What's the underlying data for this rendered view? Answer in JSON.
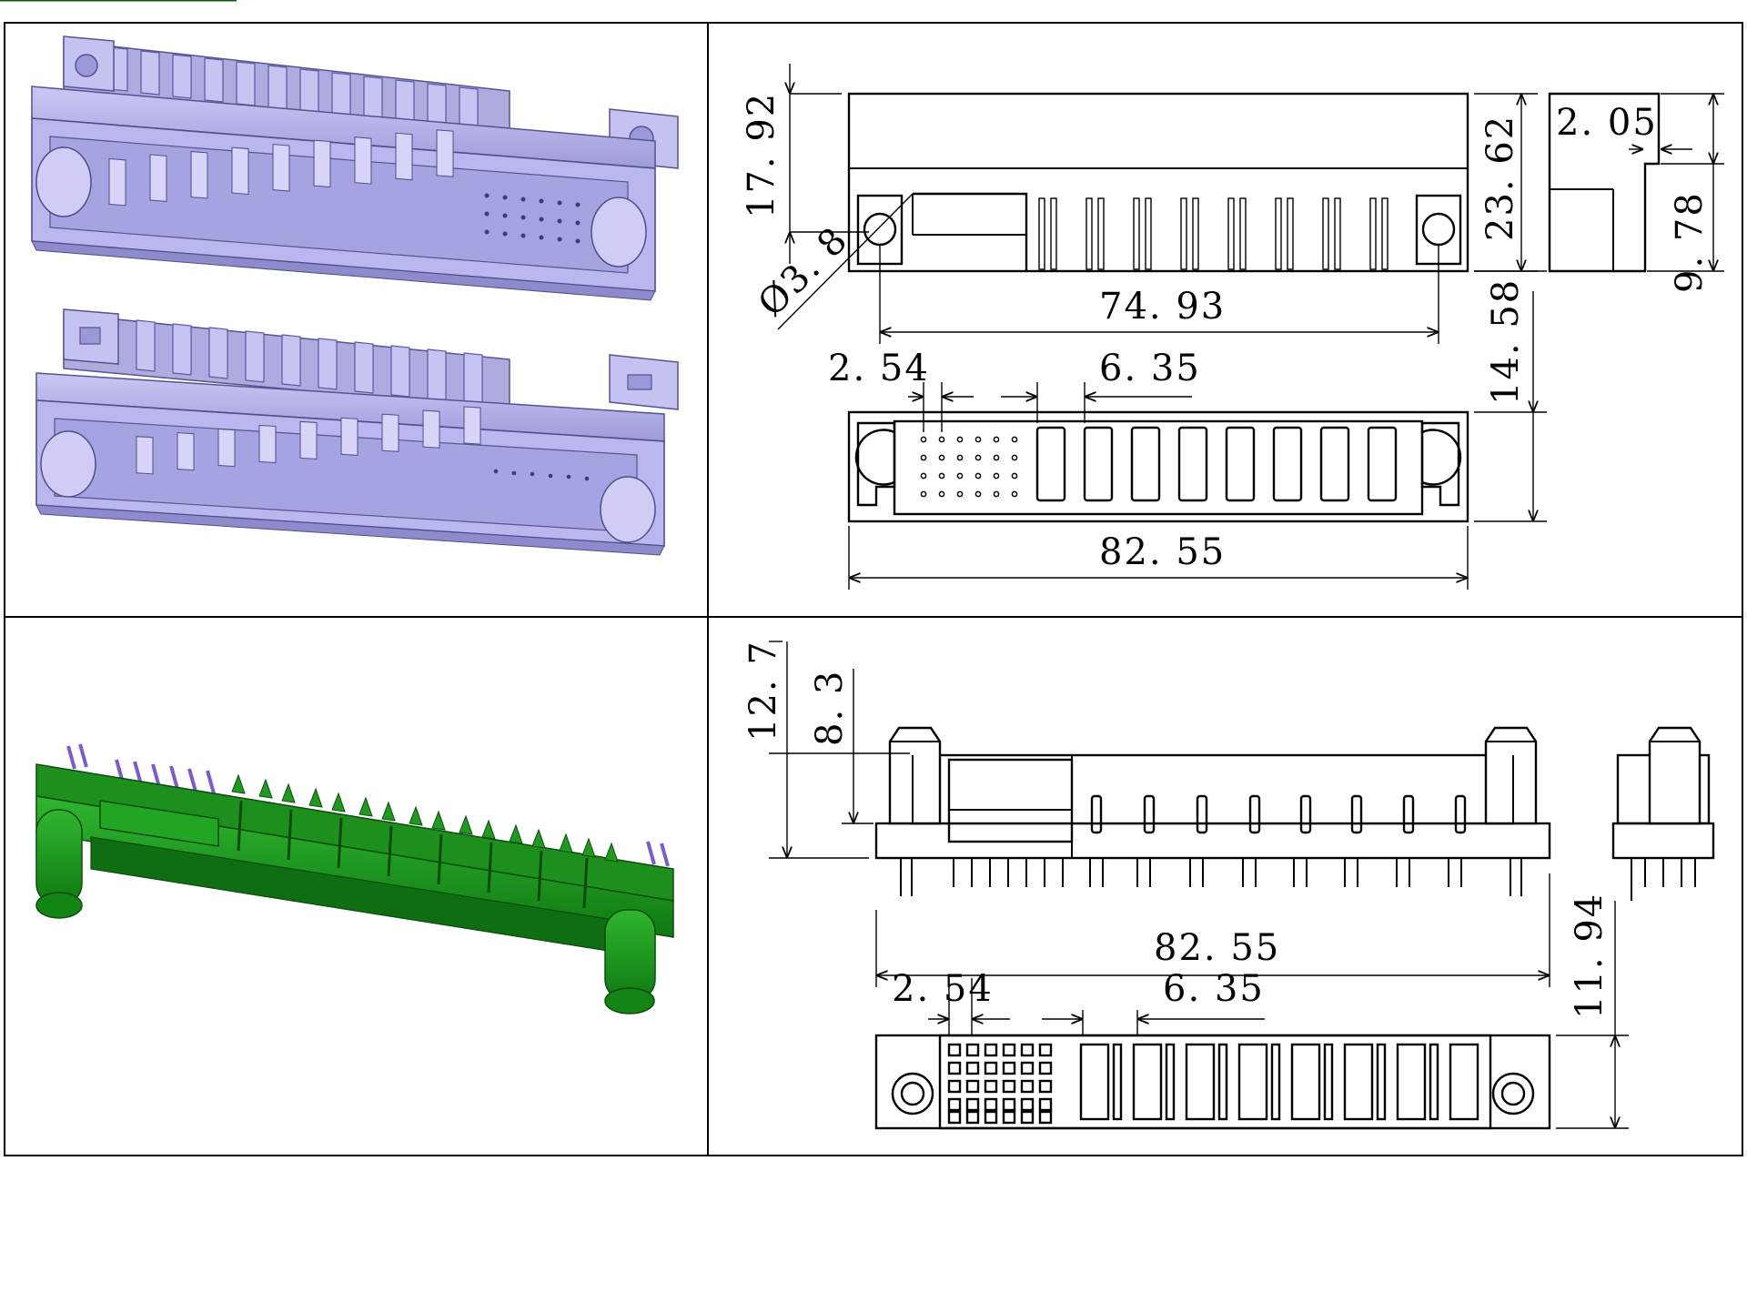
{
  "colors": {
    "grid_line": "#000000",
    "plastic_housing": "#b7b5ec",
    "plastic_shadow": "#8c89c9",
    "pcb_green": "#1f9a1f",
    "pcb_dark": "#0e6a10",
    "pins_purple": "#7b5ad0",
    "drawing_ink": "#000000"
  },
  "views": {
    "top_left": {
      "kind": "3d-render",
      "subject": "female connector housing, two angled views",
      "color": "lavender"
    },
    "top_right": {
      "kind": "orthographic-drawing"
    },
    "bottom_left": {
      "kind": "3d-render",
      "subject": "male connector with pins",
      "color": "green"
    },
    "bottom_right": {
      "kind": "orthographic-drawing"
    }
  },
  "dimensions_top": {
    "d_17_92": "17. 92",
    "d_3_8": "Ø3. 8",
    "d_74_93": "74. 93",
    "d_23_62": "23. 62",
    "d_2_05": "2. 05",
    "d_9_78": "9. 78",
    "d_14_58": "14. 58",
    "d_2_54": "2. 54",
    "d_6_35": "6. 35",
    "d_82_55": "82. 55"
  },
  "dimensions_bottom": {
    "d_12_7": "12. 7",
    "d_8_3": "8. 3",
    "d_82_55": "82. 55",
    "d_11_94": "11. 94",
    "d_2_54": "2. 54",
    "d_6_35": "6. 35"
  }
}
